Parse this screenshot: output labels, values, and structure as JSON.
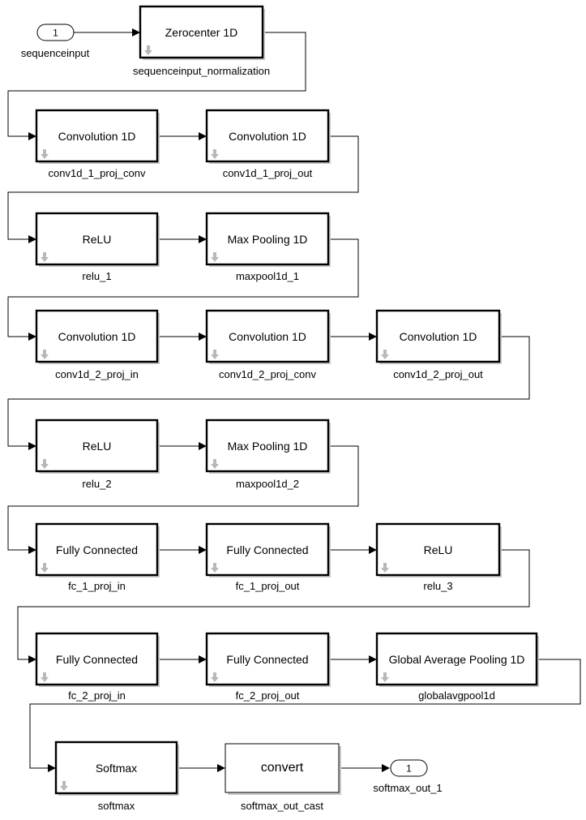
{
  "inport": {
    "number": "1",
    "label": "sequenceinput"
  },
  "outport": {
    "number": "1",
    "label": "softmax_out_1"
  },
  "blocks": [
    {
      "id": "sequenceinput_normalization",
      "type": "Zerocenter 1D",
      "label": "sequenceinput_normalization",
      "mask_icon": true
    },
    {
      "id": "conv1d_1_proj_conv",
      "type": "Convolution 1D",
      "label": "conv1d_1_proj_conv",
      "mask_icon": true
    },
    {
      "id": "conv1d_1_proj_out",
      "type": "Convolution 1D",
      "label": "conv1d_1_proj_out",
      "mask_icon": true
    },
    {
      "id": "relu_1",
      "type": "ReLU",
      "label": "relu_1",
      "mask_icon": true
    },
    {
      "id": "maxpool1d_1",
      "type": "Max Pooling 1D",
      "label": "maxpool1d_1",
      "mask_icon": true
    },
    {
      "id": "conv1d_2_proj_in",
      "type": "Convolution 1D",
      "label": "conv1d_2_proj_in",
      "mask_icon": true
    },
    {
      "id": "conv1d_2_proj_conv",
      "type": "Convolution 1D",
      "label": "conv1d_2_proj_conv",
      "mask_icon": true
    },
    {
      "id": "conv1d_2_proj_out",
      "type": "Convolution 1D",
      "label": "conv1d_2_proj_out",
      "mask_icon": true
    },
    {
      "id": "relu_2",
      "type": "ReLU",
      "label": "relu_2",
      "mask_icon": true
    },
    {
      "id": "maxpool1d_2",
      "type": "Max Pooling 1D",
      "label": "maxpool1d_2",
      "mask_icon": true
    },
    {
      "id": "fc_1_proj_in",
      "type": "Fully Connected",
      "label": "fc_1_proj_in",
      "mask_icon": true
    },
    {
      "id": "fc_1_proj_out",
      "type": "Fully Connected",
      "label": "fc_1_proj_out",
      "mask_icon": true
    },
    {
      "id": "relu_3",
      "type": "ReLU",
      "label": "relu_3",
      "mask_icon": true
    },
    {
      "id": "fc_2_proj_in",
      "type": "Fully Connected",
      "label": "fc_2_proj_in",
      "mask_icon": true
    },
    {
      "id": "fc_2_proj_out",
      "type": "Fully Connected",
      "label": "fc_2_proj_out",
      "mask_icon": true
    },
    {
      "id": "globalavgpool1d",
      "type": "Global Average Pooling 1D",
      "label": "globalavgpool1d",
      "mask_icon": true
    },
    {
      "id": "softmax",
      "type": "Softmax",
      "label": "softmax",
      "mask_icon": true
    },
    {
      "id": "softmax_out_cast",
      "type": "convert",
      "label": "softmax_out_cast",
      "mask_icon": false
    }
  ]
}
